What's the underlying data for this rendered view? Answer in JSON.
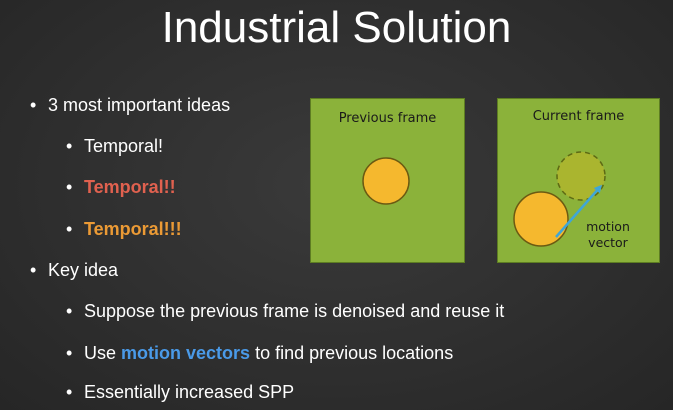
{
  "slide": {
    "title": "Industrial Solution"
  },
  "bullets": {
    "b1": "3 most important ideas",
    "b1_sub1": "Temporal!",
    "b1_sub2": "Temporal!!",
    "b1_sub3": "Temporal!!!",
    "b2": "Key idea",
    "b2_sub1": "Suppose the previous frame is denoised and reuse it",
    "b2_sub2_prefix": "Use",
    "b2_sub2_highlight": "motion vectors",
    "b2_sub2_suffix": "to find previous locations",
    "b2_sub3": "Essentially increased SPP",
    "marker": "•"
  },
  "figure": {
    "previous_label": "Previous frame",
    "current_label": "Current frame",
    "motion_label_line1": "motion",
    "motion_label_line2": "vector"
  },
  "colors": {
    "background": "#2f2f2f",
    "text": "#ffffff",
    "temporal2": "#e0614f",
    "temporal3": "#eb9a35",
    "motion_vectors_highlight": "#4a9ae8",
    "frame_green": "#8bb23a",
    "object_yellow": "#f5b82e",
    "ghost_circle": "#aab52f",
    "arrow": "#3fa6d8"
  }
}
